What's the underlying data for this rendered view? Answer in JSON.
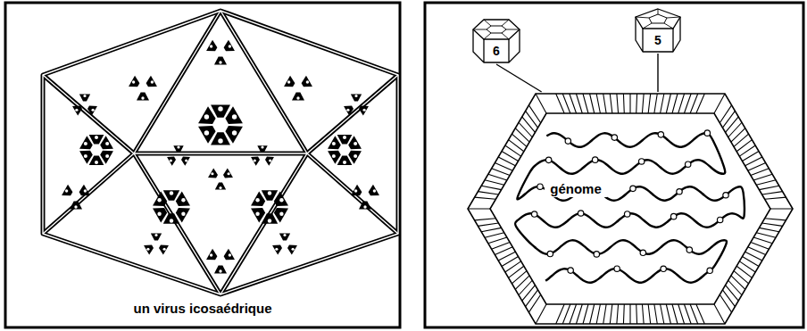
{
  "diagram": {
    "nodes": [
      {
        "text": [
          "6"
        ]
      },
      {
        "text": [
          "5"
        ]
      },
      {
        "text": [
          "génome"
        ]
      }
    ],
    "edges": [
      {
        "from": 0,
        "to": 2,
        "arrow": "none"
      },
      {
        "from": 1,
        "to": 2,
        "arrow": "none"
      }
    ],
    "labels": [
      "un virus icosaédrique"
    ]
  }
}
